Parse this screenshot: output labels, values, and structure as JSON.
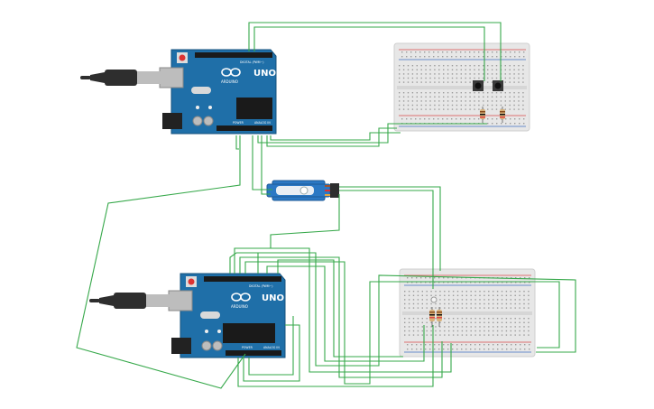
{
  "boards": [
    {
      "brand": "ARDUINO",
      "model": "UNO",
      "label_digital": "DIGITAL (PWM~)",
      "label_power": "POWER",
      "label_analog": "ANALOG IN"
    },
    {
      "brand": "ARDUINO",
      "model": "UNO",
      "label_digital": "DIGITAL (PWM~)",
      "label_power": "POWER",
      "label_analog": "ANALOG IN"
    }
  ],
  "colors": {
    "board": "#1f6fa8",
    "board_dark": "#16527d",
    "wire": "#36a84a",
    "breadboard": "#e7e7e7",
    "breadboard_hole": "#9a9a9a",
    "rail_red": "#d84a4a",
    "rail_blue": "#3f6fc2",
    "servo": "#2b78c4",
    "usb_cable": "#2e2e2e",
    "usb_plug": "#bdbdbd"
  },
  "icons": {
    "usb": "usb-cable-icon",
    "servo": "servo-motor-icon",
    "button": "push-button-icon",
    "resistor": "resistor-icon"
  }
}
